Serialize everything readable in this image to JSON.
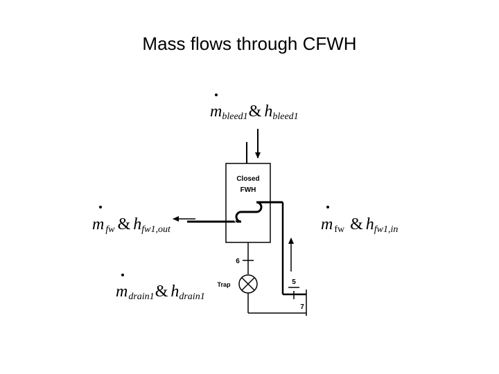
{
  "title": "Mass flows through CFWH",
  "diagram": {
    "heater_label_line1": "Closed",
    "heater_label_line2": "FWH",
    "trap_label": "Trap",
    "state_labels": {
      "s6": "6",
      "s5": "5",
      "s7": "7"
    },
    "bleed": {
      "m": "m",
      "m_sub": "bleed1",
      "amp": "&",
      "h": "h",
      "h_sub": "bleed1"
    },
    "fw_out": {
      "m": "m",
      "m_sub": "fw",
      "amp": "&",
      "h": "h",
      "h_sub": "fw1,out"
    },
    "fw_in": {
      "m": "m",
      "m_sub": "fw",
      "amp": "&",
      "h": "h",
      "h_sub": "fw1,in"
    },
    "drain": {
      "m": "m",
      "m_sub": "drain1",
      "amp": "&",
      "h": "h",
      "h_sub": "drain1"
    }
  }
}
